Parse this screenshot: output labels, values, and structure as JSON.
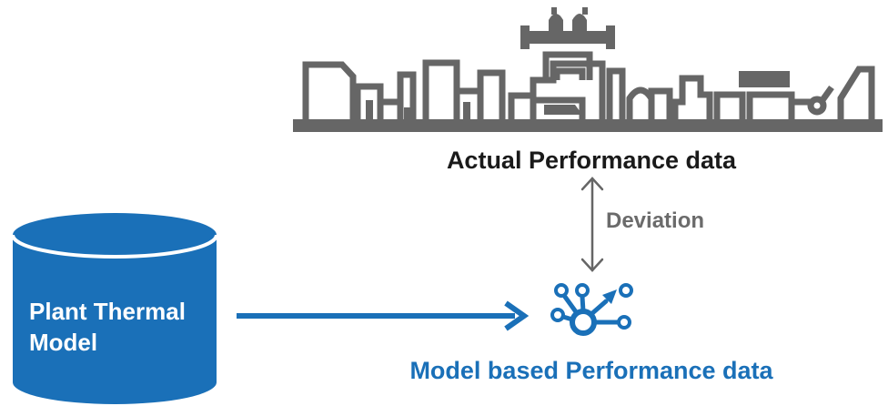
{
  "colors": {
    "blue": "#1a70b8",
    "gray": "#666666",
    "dark_text": "#1a1a1a",
    "deviation_text": "#6b6b6b"
  },
  "database": {
    "line1": "Plant Thermal",
    "line2": "Model"
  },
  "labels": {
    "actual": "Actual Performance data",
    "deviation": "Deviation",
    "model_based": "Model based Performance data"
  },
  "icons": {
    "plant": "industrial-plant-skyline-icon",
    "model": "network-hub-icon",
    "database": "database-cylinder-icon"
  }
}
